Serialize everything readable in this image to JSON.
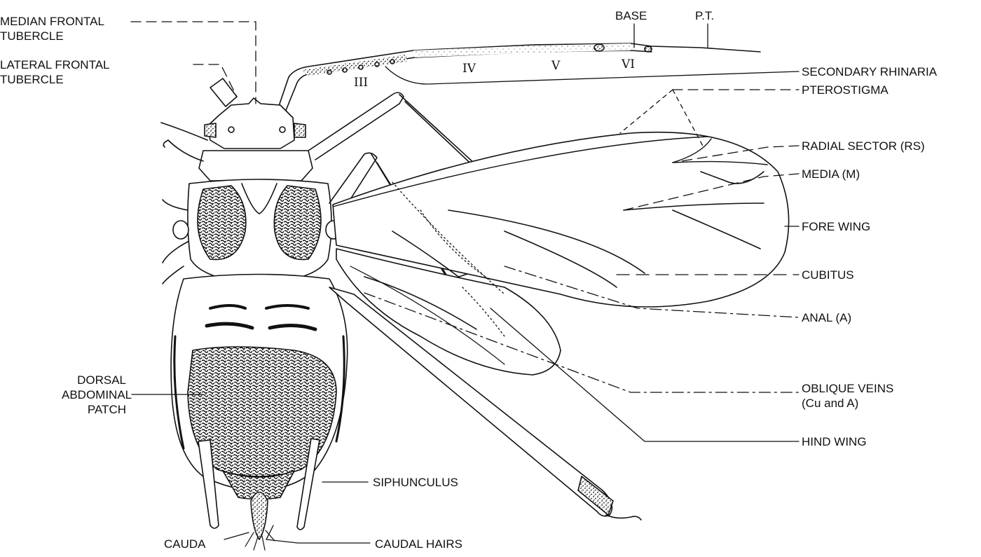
{
  "labels": {
    "median_frontal_tubercle": [
      "MEDIAN FRONTAL",
      "TUBERCLE"
    ],
    "lateral_frontal_tubercle": [
      "LATERAL FRONTAL",
      "TUBERCLE"
    ],
    "dorsal_abdominal_patch": [
      "DORSAL",
      "ABDOMINAL",
      "PATCH"
    ],
    "cauda": "CAUDA",
    "caudal_hairs": "CAUDAL HAIRS",
    "siphunculus": "SIPHUNCULUS",
    "base": "BASE",
    "pt": "P.T.",
    "secondary_rhinaria": "SECONDARY RHINARIA",
    "pterostigma": "PTEROSTIGMA",
    "radial_sector": "RADIAL SECTOR (RS)",
    "media": "MEDIA (M)",
    "fore_wing": "FORE WING",
    "cubitus": "CUBITUS",
    "anal": "ANAL (A)",
    "oblique_veins": [
      "OBLIQUE VEINS",
      "(Cu and A)"
    ],
    "hind_wing": "HIND WING"
  },
  "segments": {
    "iii": "III",
    "iv": "IV",
    "v": "V",
    "vi": "VI"
  }
}
